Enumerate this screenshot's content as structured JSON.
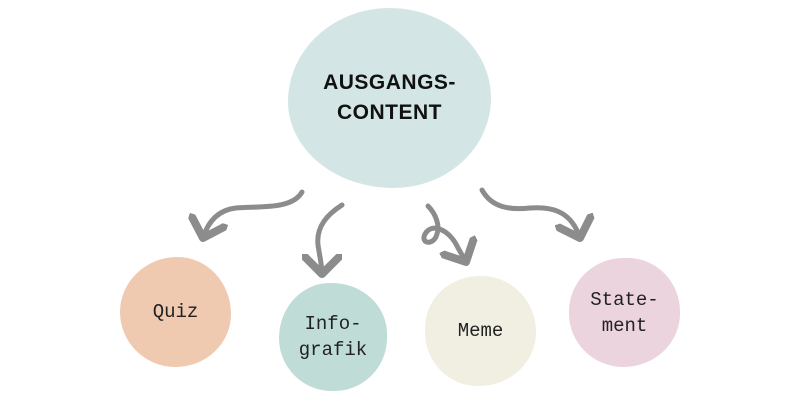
{
  "diagram": {
    "center": {
      "label": "AUSGANGS-\nCONTENT",
      "color": "#d3e6e5"
    },
    "nodes": [
      {
        "id": "quiz",
        "label": "Quiz",
        "color": "#efcab0"
      },
      {
        "id": "infografik",
        "label": "Info-\ngrafik",
        "color": "#bfdcd6"
      },
      {
        "id": "meme",
        "label": "Meme",
        "color": "#f0efe2"
      },
      {
        "id": "statement",
        "label": "State-\nment",
        "color": "#ecd4de"
      }
    ],
    "arrow_color": "#8c8c8c"
  }
}
